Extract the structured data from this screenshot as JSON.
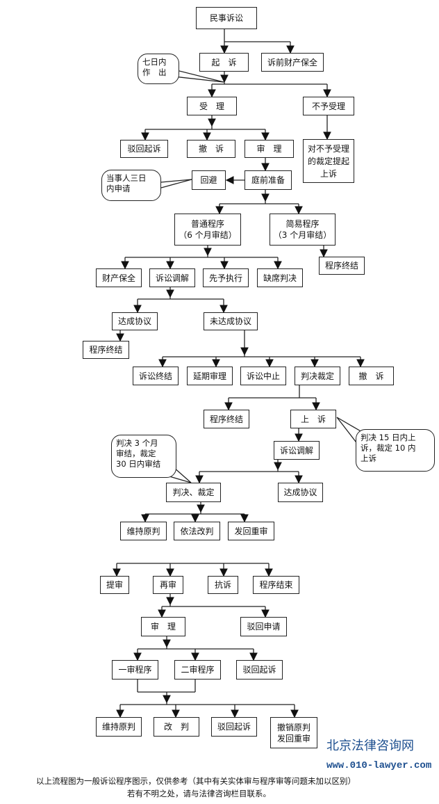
{
  "nodes": {
    "civil_litigation": "民事诉讼",
    "sue": "起　诉",
    "pre_suit_preservation": "诉前财产保全",
    "accept": "受　理",
    "not_accept": "不予受理",
    "dismiss_suit_1": "驳回起诉",
    "withdraw_1": "撤　诉",
    "trial_1": "审　理",
    "appeal_non_accept": "对不予受理的裁定提起上诉",
    "recusal": "回避",
    "pretrial_prep": "庭前准备",
    "ordinary_procedure": "普通程序\n（6 个月审结）",
    "simple_procedure": "简易程序\n（3 个月审结）",
    "terminate_simple": "程序终结",
    "property_preservation": "财产保全",
    "mediation_1": "诉讼调解",
    "advance_execution": "先予执行",
    "default_judgment": "缺席判决",
    "agreement_1": "达成协议",
    "no_agreement": "未达成协议",
    "terminate_agreement": "程序终结",
    "litigation_end": "诉讼终结",
    "postpone_trial": "延期审理",
    "litigation_suspend": "诉讼中止",
    "judgment_ruling_1": "判决裁定",
    "withdraw_2": "撤　诉",
    "terminate_2": "程序终结",
    "appeal": "上　诉",
    "mediation_2": "诉讼调解",
    "judgment_ruling_2": "判决、裁定",
    "agreement_2": "达成协议",
    "uphold_1": "维持原判",
    "amend_by_law": "依法改判",
    "remand_1": "发回重审",
    "bring_up_trial": "提审",
    "retrial": "再审",
    "protest": "抗诉",
    "procedure_end": "程序结束",
    "trial_2": "审　理",
    "reject_application": "驳回申请",
    "first_instance": "一审程序",
    "second_instance": "二审程序",
    "dismiss_suit_2": "驳回起诉",
    "uphold_2": "维持原判",
    "amend": "改　判",
    "dismiss_suit_3": "驳回起诉",
    "revoke_remand": "撤销原判\n发回重审"
  },
  "notes": {
    "seven_days": "七日内\n作　出",
    "three_days": "当事人三日\n内申请",
    "appeal_deadline": "判决 15 日内上\n诉，裁定 10 内\n上诉",
    "trial_deadline": "判决 3 个月\n审结，裁定\n30 日内审结"
  },
  "watermark": {
    "site_name": "北京法律咨询网",
    "url": "www.010-lawyer.com"
  },
  "footer": {
    "line1": "以上流程图为一般诉讼程序图示，仅供参考（其中有关实体审与程序审等问题未加以区别）",
    "line2": "若有不明之处，请与法律咨询栏目联系。"
  }
}
